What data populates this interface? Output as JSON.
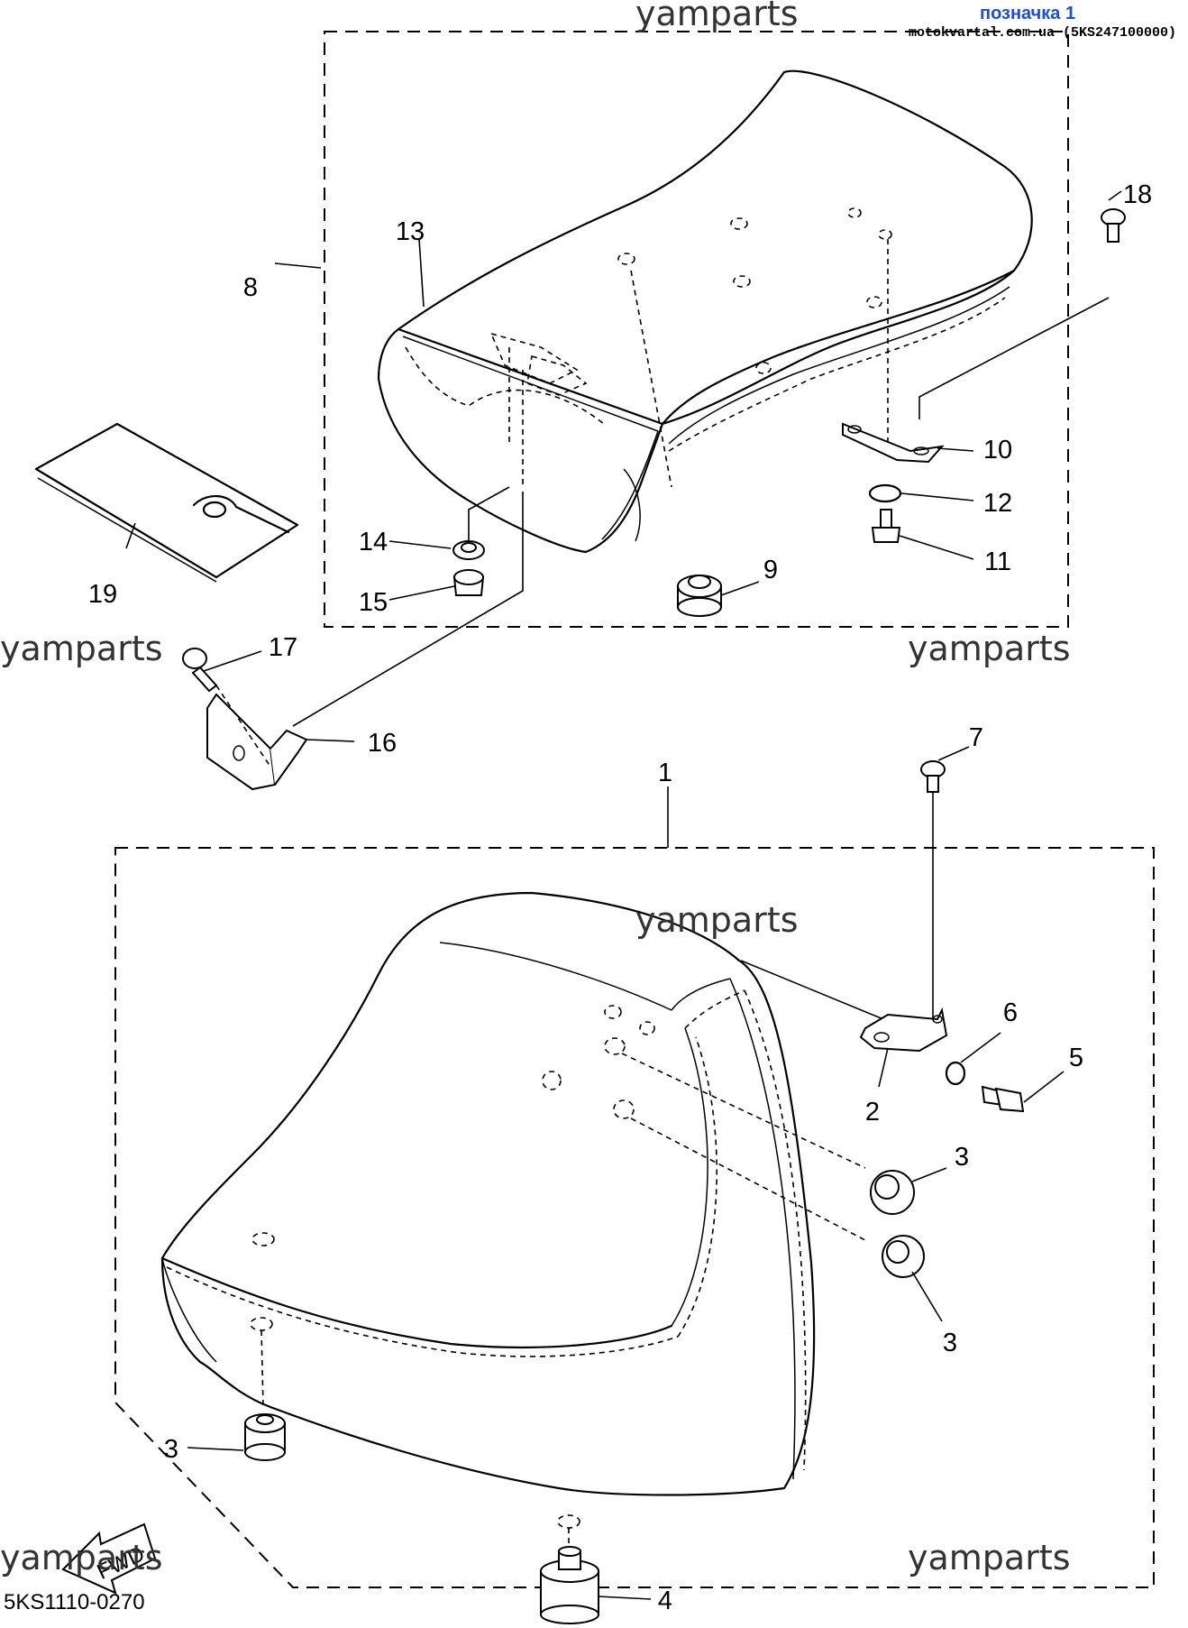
{
  "header": {
    "label": "позначка 1",
    "site": "motokvartal.com.ua (5KS247100000)"
  },
  "watermark": "yamparts",
  "diagram_code": "5KS1110-0270",
  "fwd_label": "FWD",
  "callouts": {
    "c1": "1",
    "c2": "2",
    "c3a": "3",
    "c3b": "3",
    "c3c": "3",
    "c4": "4",
    "c5": "5",
    "c6": "6",
    "c7": "7",
    "c8": "8",
    "c9": "9",
    "c10": "10",
    "c11": "11",
    "c12": "12",
    "c13": "13",
    "c14": "14",
    "c15": "15",
    "c16": "16",
    "c17": "17",
    "c18": "18",
    "c19": "19"
  }
}
